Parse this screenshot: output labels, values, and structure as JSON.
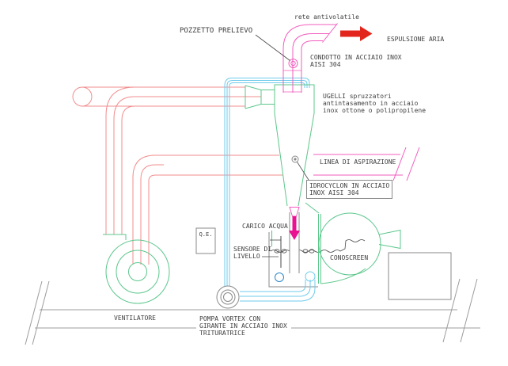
{
  "labels": {
    "rete_antivolatile": "rete antivolatile",
    "espulsione_aria": "ESPULSIONE ARIA",
    "pozzetto_prelievo": "POZZETTO PRELIEVO",
    "condotto": "CONDOTTO IN ACCIAIO INOX\nAISI 304",
    "ugelli": "UGELLI spruzzatori\nantintasamento in acciaio\ninox ottone o polipropilene",
    "linea_aspirazione": "LINEA DI ASPIRAZIONE",
    "idrocyclon": "IDROCYCLON IN ACCIAIO\nINOX AISI 304",
    "carico_acqua": "CARICO ACQUA",
    "sensore_livello": "SENSORE DI\nLIVELLO",
    "conoscreen": "CONOSCREEN",
    "quadro_elettrico": "Q.E.",
    "ventilatore": "VENTILATORE",
    "pompa_vortex": "POMPA VORTEX CON\nGIRANTE IN ACCIAIO INOX\nTRITURATRICE"
  },
  "colors": {
    "red_pipe": "#F28C8C",
    "magenta_duct": "#F25CBE",
    "magenta_bright": "#EC1092",
    "red_arrow": "#E3261D",
    "green": "#5CC78C",
    "cyan": "#6FCBEC",
    "spray_blue": "#2E9BD9",
    "blue": "#3087C8",
    "gray": "#8A8A8A",
    "ground": "#9C9C9C",
    "dark": "#4A4A4A",
    "text": "#3F3F3F"
  }
}
